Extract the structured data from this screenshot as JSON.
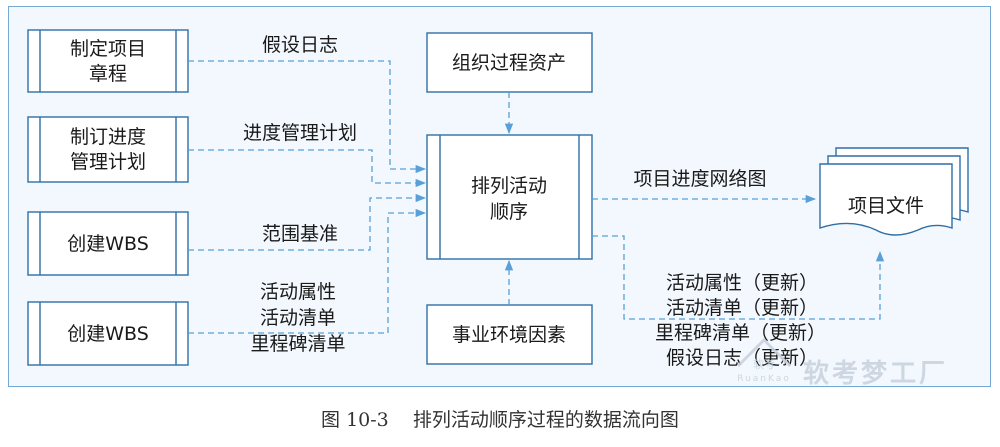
{
  "inputs": [
    {
      "line1": "制定项目",
      "line2": "章程"
    },
    {
      "line1": "制订进度",
      "line2": "管理计划"
    },
    {
      "line1": "创建WBS",
      "line2": ""
    },
    {
      "line1": "创建WBS",
      "line2": ""
    }
  ],
  "flow_labels": {
    "assumption_log": "假设日志",
    "schedule_plan": "进度管理计划",
    "scope_baseline": "范围基准",
    "list1": "活动属性",
    "list2": "活动清单",
    "list3": "里程碑清单"
  },
  "top_source": "组织过程资产",
  "bottom_source": "事业环境因素",
  "process": {
    "line1": "排列活动",
    "line2": "顺序"
  },
  "output_label": "项目进度网络图",
  "output_doc": "项目文件",
  "updates": [
    "活动属性（更新）",
    "活动清单（更新）",
    "里程碑清单（更新）",
    "假设日志（更新）"
  ],
  "caption": "图 10-3    排列活动顺序过程的数据流向图",
  "watermark": {
    "logo": "软考梦工厂",
    "badge": "软考",
    "sub": "RuanKao"
  },
  "colors": {
    "panel_bg": "#f2f8fd",
    "panel_border": "#74a9d6",
    "box_border": "#2f6fa6",
    "flow_line": "#5aa0d8"
  }
}
